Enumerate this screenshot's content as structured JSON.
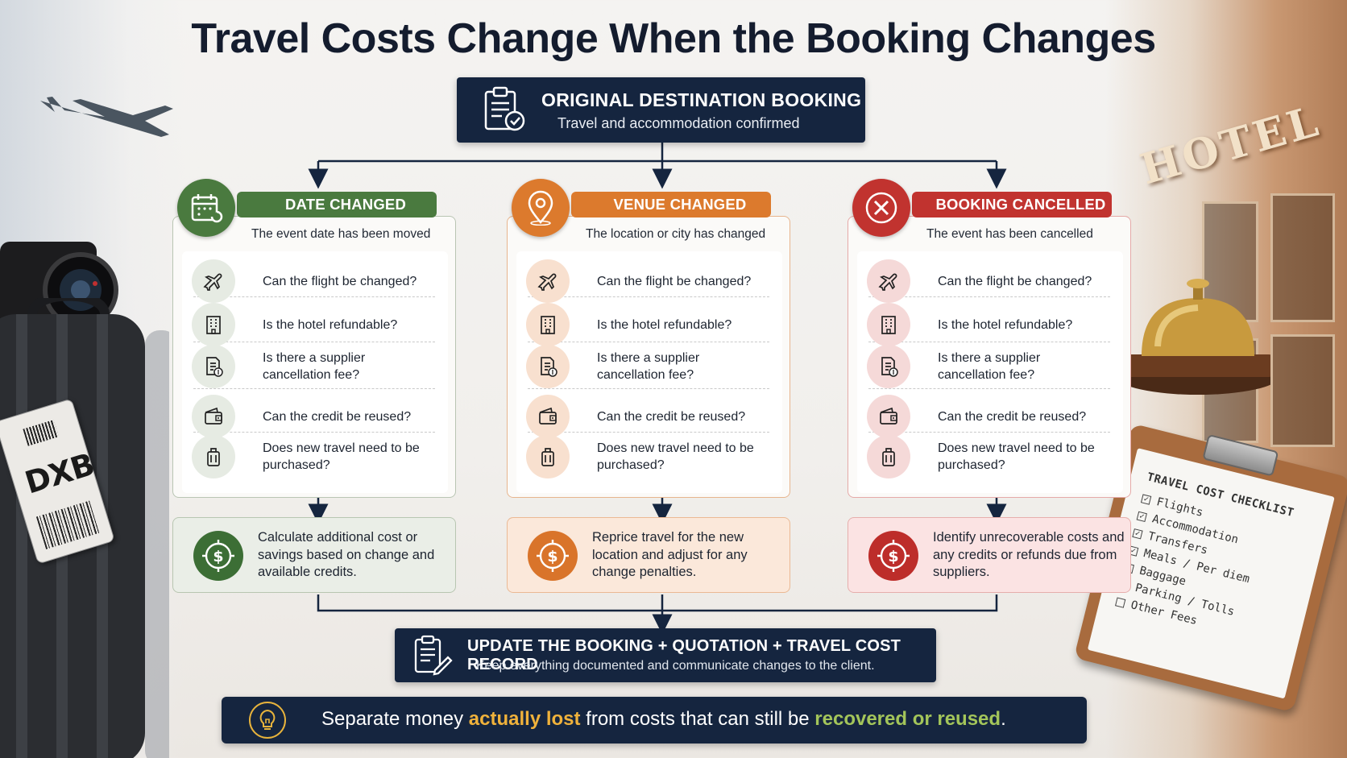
{
  "title": "Travel Costs Change When the Booking Changes",
  "origin": {
    "title": "ORIGINAL DESTINATION BOOKING",
    "subtitle": "Travel and accommodation confirmed",
    "icon": "clipboard-check-icon"
  },
  "questions": [
    {
      "icon": "airplane-icon",
      "text": "Can the flight be changed?"
    },
    {
      "icon": "building-icon",
      "text": "Is the hotel refundable?"
    },
    {
      "icon": "document-fee-icon",
      "text": "Is there a supplier cancellation fee?"
    },
    {
      "icon": "wallet-icon",
      "text": "Can the credit be reused?"
    },
    {
      "icon": "luggage-icon",
      "text": "Does new travel need to be purchased?"
    }
  ],
  "columns": [
    {
      "heading": "DATE CHANGED",
      "subtitle": "The event date has been moved",
      "icon": "calendar-icon",
      "color": "#4a7a3f",
      "result": "Calculate additional cost or savings based on change and available credits."
    },
    {
      "heading": "VENUE CHANGED",
      "subtitle": "The location or city has changed",
      "icon": "location-pin-icon",
      "color": "#dc7a2d",
      "result": "Reprice travel for the new location and adjust for any change penalties."
    },
    {
      "heading": "BOOKING CANCELLED",
      "subtitle": "The event has been cancelled",
      "icon": "cancel-x-icon",
      "color": "#c1332f",
      "result": "Identify unrecoverable costs and any credits or refunds due from suppliers."
    }
  ],
  "update": {
    "title": "UPDATE THE BOOKING + QUOTATION + TRAVEL COST RECORD",
    "subtitle": "Keep everything documented and communicate changes to the client."
  },
  "tip": {
    "part1": "Separate money ",
    "highlight1": "actually lost",
    "part2": " from costs that can still be ",
    "highlight2": "recovered or reused",
    "part3": "."
  },
  "decor": {
    "luggage_tag": "DXB",
    "hotel_sign": "HOTEL",
    "checklist_title": "TRAVEL COST CHECKLIST",
    "checklist_items": [
      "Flights",
      "Accommodation",
      "Transfers",
      "Meals / Per diem",
      "Baggage",
      "Parking / Tolls",
      "Other Fees"
    ]
  }
}
